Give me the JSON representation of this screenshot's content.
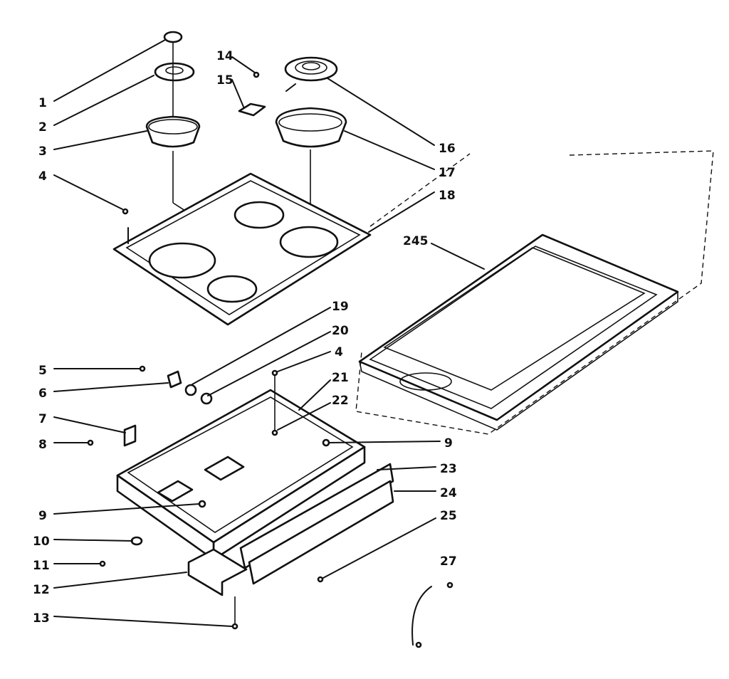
{
  "callouts": [
    {
      "id": "c1",
      "text": "1"
    },
    {
      "id": "c2",
      "text": "2"
    },
    {
      "id": "c3",
      "text": "3"
    },
    {
      "id": "c4",
      "text": "4"
    },
    {
      "id": "c14",
      "text": "14"
    },
    {
      "id": "c15",
      "text": "15"
    },
    {
      "id": "c16",
      "text": "16"
    },
    {
      "id": "c17",
      "text": "17"
    },
    {
      "id": "c18",
      "text": "18"
    },
    {
      "id": "c245",
      "text": "245"
    },
    {
      "id": "c19",
      "text": "19"
    },
    {
      "id": "c20",
      "text": "20"
    },
    {
      "id": "c4b",
      "text": "4"
    },
    {
      "id": "c21",
      "text": "21"
    },
    {
      "id": "c22",
      "text": "22"
    },
    {
      "id": "c5",
      "text": "5"
    },
    {
      "id": "c6",
      "text": "6"
    },
    {
      "id": "c7",
      "text": "7"
    },
    {
      "id": "c8",
      "text": "8"
    },
    {
      "id": "c9a",
      "text": "9"
    },
    {
      "id": "c9b",
      "text": "9"
    },
    {
      "id": "c23",
      "text": "23"
    },
    {
      "id": "c24",
      "text": "24"
    },
    {
      "id": "c25",
      "text": "25"
    },
    {
      "id": "c10",
      "text": "10"
    },
    {
      "id": "c11",
      "text": "11"
    },
    {
      "id": "c12",
      "text": "12"
    },
    {
      "id": "c13",
      "text": "13"
    },
    {
      "id": "c27",
      "text": "27"
    }
  ]
}
